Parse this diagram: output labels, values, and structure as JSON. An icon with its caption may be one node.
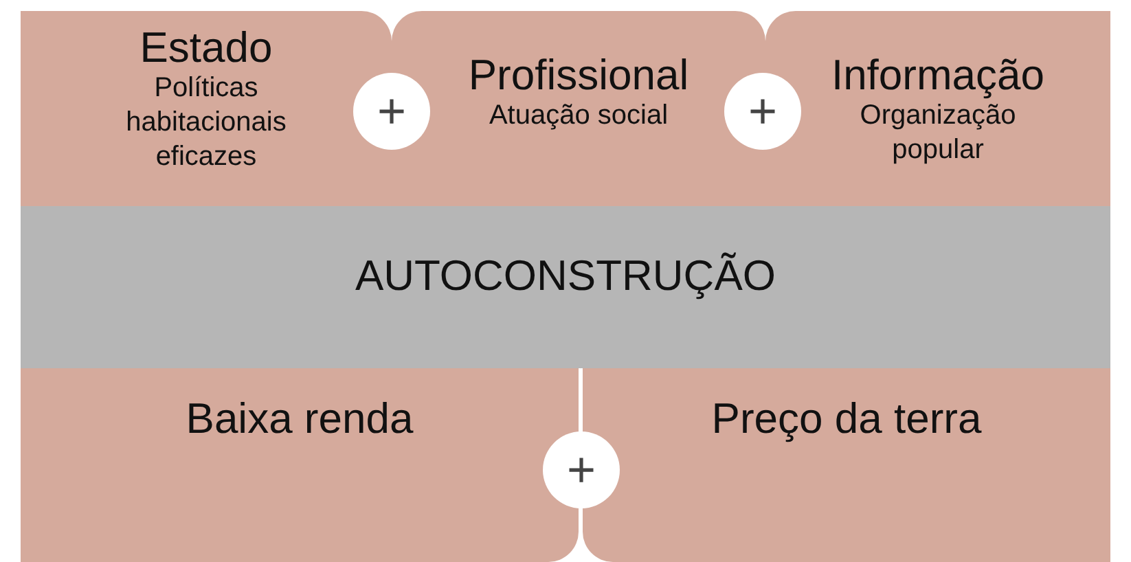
{
  "diagram": {
    "nodes": [
      {
        "text": [
          "Estado",
          "Políticas habitacionais eficazes"
        ]
      },
      {
        "text": [
          "+"
        ]
      },
      {
        "text": [
          "Profissional",
          "Atuação social"
        ]
      },
      {
        "text": [
          "+"
        ]
      },
      {
        "text": [
          "Informação",
          "Organização popular"
        ]
      },
      {
        "text": [
          "AUTOCONSTRUÇÃO"
        ]
      },
      {
        "text": [
          "Baixa renda"
        ]
      },
      {
        "text": [
          "+"
        ]
      },
      {
        "text": [
          "Preço da terra"
        ]
      }
    ]
  }
}
